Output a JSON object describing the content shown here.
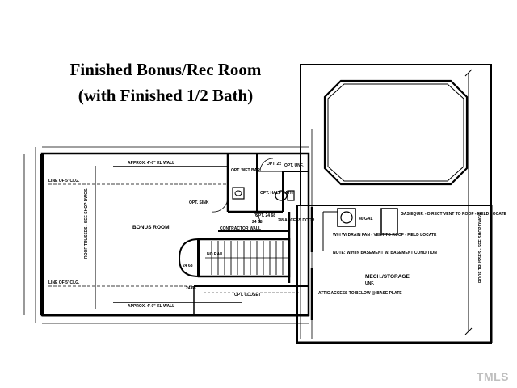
{
  "title_line1": "Finished Bonus/Rec Room",
  "title_line2": "(with Finished 1/2 Bath)",
  "watermark": "TMLS",
  "rooms": {
    "bonus_room": "BONUS ROOM",
    "mech_storage": "MECH./STORAGE",
    "mech_storage_sub": "UNF.",
    "opt_closet": "OPT. CLOSET",
    "opt_wet_bar": "OPT. WET BAR",
    "opt_half_bath": "OPT. HALF BATH",
    "opt_sink": "OPT. SINK",
    "opt_unf_1": "OPT. 2x",
    "opt_unf_2": "OPT. UNF.",
    "access_door": "2/8 ACCESS DOOR",
    "door_opt": "OPT. 24 68",
    "door_2468_a": "24 68",
    "door_2468_b": "24 68",
    "door_2468_c": "24 68",
    "contractor_wall": "CONTRACTOR WALL",
    "no_rail": "NO RAIL"
  },
  "notes": {
    "approx_wall_top": "APPROX. 4'-0\" KL WALL",
    "approx_wall_bottom": "APPROX. 4'-0\" KL WALL",
    "line_top": "LINE OF 5' CLG.",
    "line_bottom": "LINE OF 5' CLG.",
    "roof_trusses_left": "ROOF TRUSSES - SEE SHOP DWGS.",
    "roof_trusses_right": "ROOF TRUSSES - SEE SHOP DWGS.",
    "gas_equip": "GAS EQUIP. - DIRECT VENT TO ROOF - FIELD LOCATE",
    "wh": "40 GAL",
    "vent_note": "W/H W/ DRAIN PAN - VENT TO ROOF - FIELD LOCATE",
    "hvac_note": "NOTE: W/H IN BASEMENT W/ BASEMENT CONDITION",
    "attic_access": "ATTIC ACCESS TO BELOW @ BASE PLATE"
  }
}
